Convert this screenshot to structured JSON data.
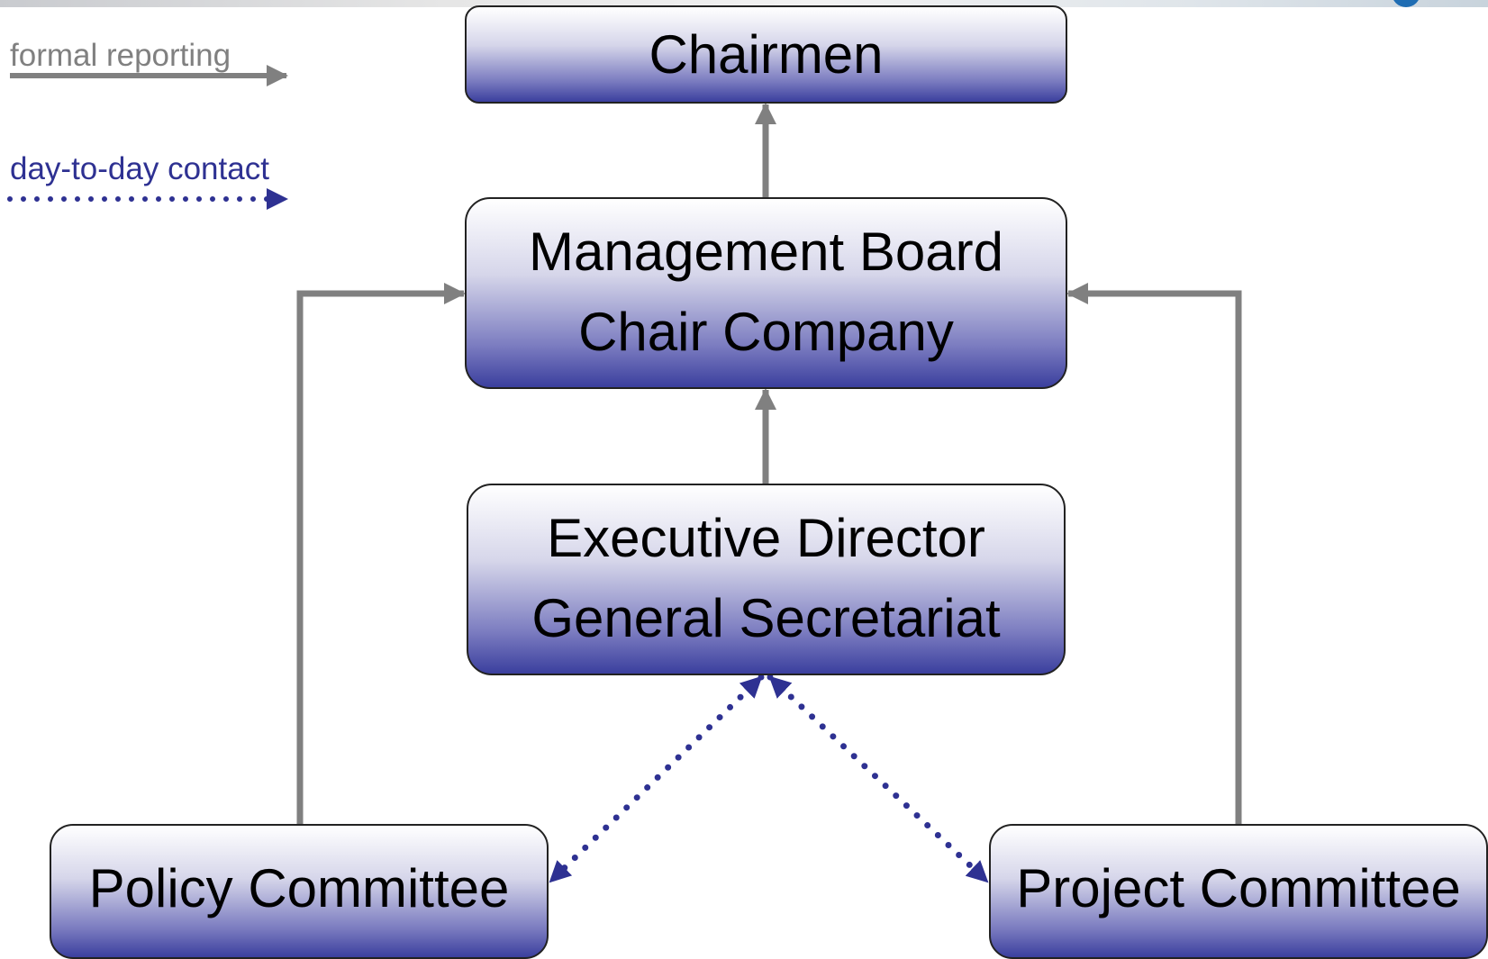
{
  "legend": {
    "formal_reporting": "formal reporting",
    "day_to_day_contact": "day-to-day contact"
  },
  "nodes": {
    "chairmen": {
      "line1": "Chairmen"
    },
    "management": {
      "line1": "Management Board",
      "line2": "Chair Company"
    },
    "executive": {
      "line1": "Executive Director",
      "line2": "General Secretariat"
    },
    "policy": {
      "line1": "Policy Committee"
    },
    "project": {
      "line1": "Project Committee"
    }
  },
  "colors": {
    "formal_reporting": "#808080",
    "day_to_day_contact": "#2e3192",
    "box_gradient_top": "#ffffff",
    "box_gradient_bottom": "#3b3f9e",
    "box_border": "#222222"
  }
}
